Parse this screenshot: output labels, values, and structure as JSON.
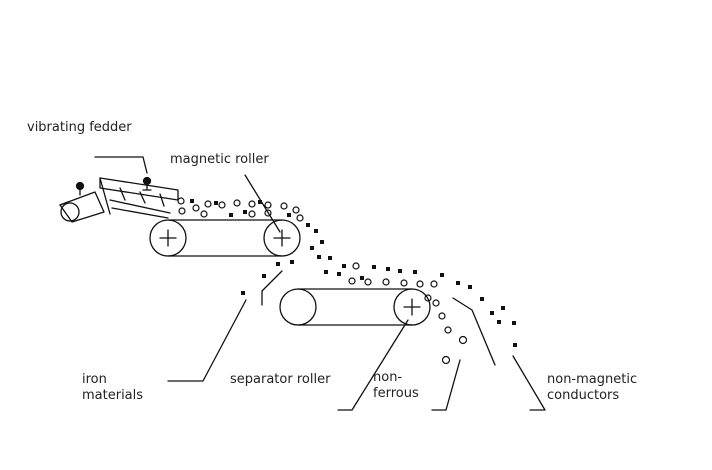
{
  "labels": {
    "vibrating_feeder": "vibrating fedder",
    "magnetic_roller": "magnetic roller",
    "iron_materials": [
      "iron",
      "materials"
    ],
    "separator_roller": "separator roller",
    "non_ferrous": [
      "non-",
      "ferrous"
    ],
    "non_magnetic_conductors": [
      "non-magnetic",
      "conductors"
    ]
  },
  "colors": {
    "stroke": "#111111",
    "text": "#222222",
    "background": "#ffffff"
  }
}
